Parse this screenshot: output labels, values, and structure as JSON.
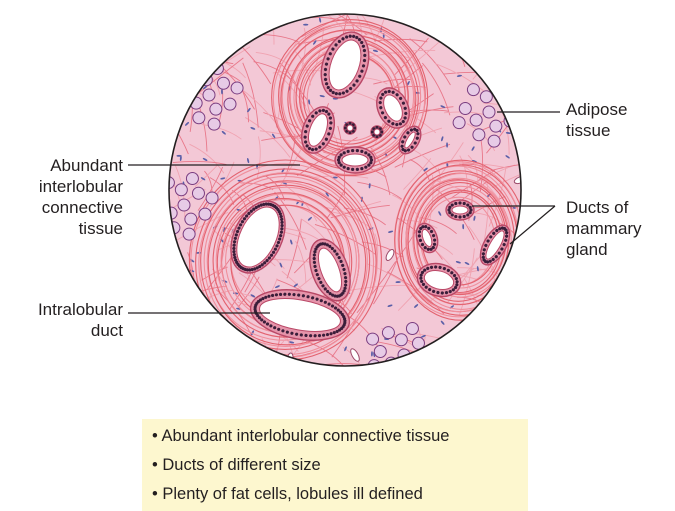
{
  "labels": {
    "adipose": [
      "Adipose",
      "tissue"
    ],
    "connective": [
      "Abundant",
      "interlobular",
      "connective",
      "tissue"
    ],
    "ducts": [
      "Ducts of",
      "mammary",
      "gland"
    ],
    "intralobular": [
      "Intralobular",
      "duct"
    ]
  },
  "summary": [
    "• Abundant interlobular connective tissue",
    "• Ducts of different size",
    "• Plenty of fat cells, lobules ill defined"
  ],
  "colors": {
    "tissue_bg": "#f3c8d6",
    "fiber": "#e9707f",
    "nucleus": "#5a5fa8",
    "epithelium": "#e594aa",
    "epi_nuclei": "#3a1e3a",
    "fat_cell": "#e7cbe6",
    "fat_outline": "#7a3d80",
    "legend_bg": "#fdf7cf"
  }
}
